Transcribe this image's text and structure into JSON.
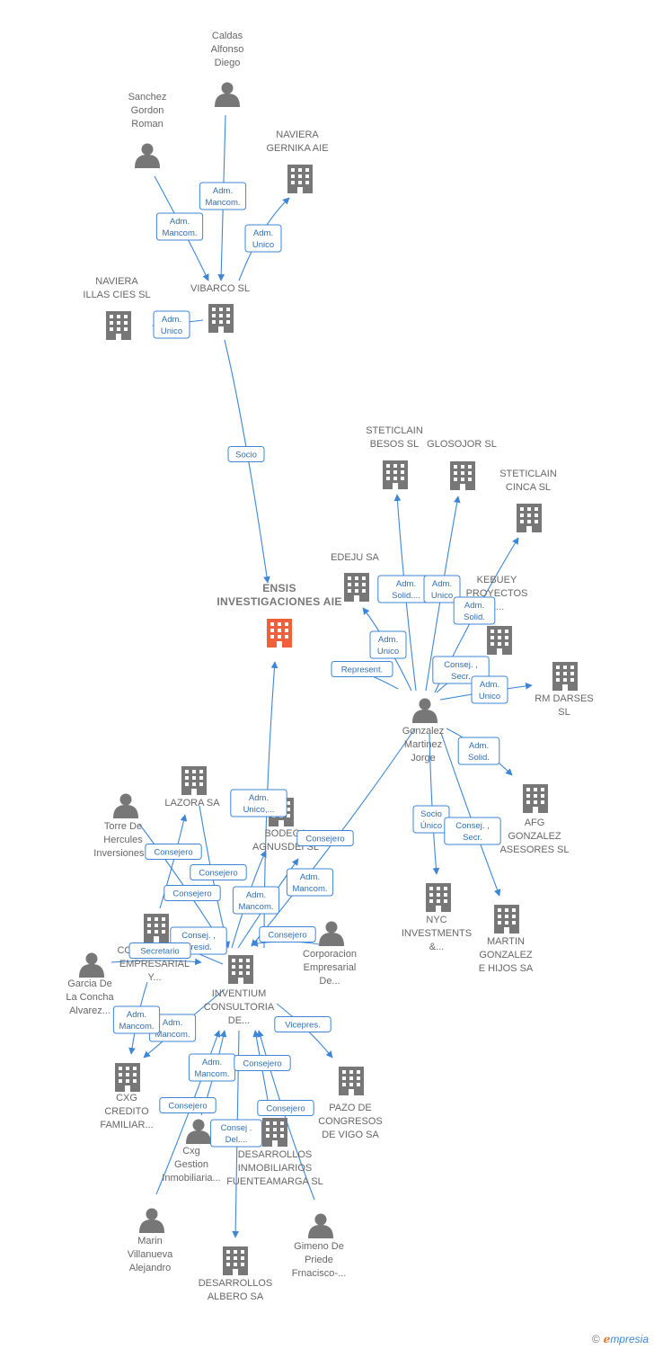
{
  "colors": {
    "edge": "#3d86d6",
    "node": "#777777",
    "focus": "#f0603a"
  },
  "nodes": [
    {
      "id": "caldas",
      "type": "person",
      "label": [
        "Caldas",
        "Alfonso",
        "Diego"
      ]
    },
    {
      "id": "sanchez",
      "type": "person",
      "label": [
        "Sanchez",
        "Gordon",
        "Roman"
      ]
    },
    {
      "id": "gernika",
      "type": "company",
      "label": [
        "NAVIERA",
        "GERNIKA  AIE"
      ]
    },
    {
      "id": "illas",
      "type": "company",
      "label": [
        "NAVIERA",
        "ILLAS CIES  SL"
      ]
    },
    {
      "id": "vibarco",
      "type": "company",
      "label": [
        "VIBARCO SL"
      ]
    },
    {
      "id": "ensis",
      "type": "focus",
      "label": [
        "ENSIS",
        "INVESTIGACIONES AIE"
      ]
    },
    {
      "id": "steticlain_besos",
      "type": "company",
      "label": [
        "STETICLAIN",
        "BESOS  SL"
      ]
    },
    {
      "id": "glosojor",
      "type": "company",
      "label": [
        "GLOSOJOR  SL"
      ]
    },
    {
      "id": "steticlain_cinca",
      "type": "company",
      "label": [
        "STETICLAIN",
        "CINCA  SL"
      ]
    },
    {
      "id": "edeju",
      "type": "company",
      "label": [
        "EDEJU SA"
      ]
    },
    {
      "id": "kebuey",
      "type": "company",
      "label": [
        "KEBUEY",
        "PROYECTOS",
        "E..."
      ]
    },
    {
      "id": "rmdarses",
      "type": "company",
      "label": [
        "RM DARSES",
        "SL"
      ]
    },
    {
      "id": "gonzalez",
      "type": "person",
      "label": [
        "Gonzalez",
        "Martinez",
        "Jorge"
      ]
    },
    {
      "id": "afg",
      "type": "company",
      "label": [
        "AFG",
        "GONZALEZ",
        "ASESORES  SL"
      ]
    },
    {
      "id": "nyc",
      "type": "company",
      "label": [
        "NYC",
        "INVESTMENTS",
        "&..."
      ]
    },
    {
      "id": "martin",
      "type": "company",
      "label": [
        "MARTIN",
        "GONZALEZ",
        "E HIJOS SA"
      ]
    },
    {
      "id": "lazora",
      "type": "company",
      "label": [
        "LAZORA SA"
      ]
    },
    {
      "id": "torre",
      "type": "person",
      "label": [
        "Torre De",
        "Hercules",
        "Inversiones..."
      ]
    },
    {
      "id": "bodega",
      "type": "company",
      "label": [
        "BODEGA",
        "AGNUSDEI SL"
      ]
    },
    {
      "id": "corp_emp",
      "type": "company",
      "label": [
        "CORPORACION",
        "EMPRESARIAL",
        "Y..."
      ]
    },
    {
      "id": "corp_person",
      "type": "person",
      "label": [
        "Corporacion",
        "Empresarial",
        "De..."
      ]
    },
    {
      "id": "garcia",
      "type": "person",
      "label": [
        "Garcia De",
        "La Concha",
        "Alvarez..."
      ]
    },
    {
      "id": "inventium",
      "type": "company",
      "label": [
        "INVENTIUM",
        "CONSULTORIA",
        "DE..."
      ]
    },
    {
      "id": "cxg_credito",
      "type": "company",
      "label": [
        "CXG",
        "CREDITO",
        "FAMILIAR..."
      ]
    },
    {
      "id": "pazo",
      "type": "company",
      "label": [
        "PAZO DE",
        "CONGRESOS",
        "DE VIGO SA"
      ]
    },
    {
      "id": "cxg_gestion",
      "type": "person",
      "label": [
        "Cxg",
        "Gestion",
        "Inmobiliaria..."
      ]
    },
    {
      "id": "desarrollos_fuente",
      "type": "company",
      "label": [
        "DESARROLLOS",
        "INMOBILIARIOS",
        "FUENTEAMARGA SL"
      ]
    },
    {
      "id": "marin",
      "type": "person",
      "label": [
        "Marin",
        "Villanueva",
        "Alejandro"
      ]
    },
    {
      "id": "gimeno",
      "type": "person",
      "label": [
        "Gimeno De",
        "Priede",
        "Frnacisco-..."
      ]
    },
    {
      "id": "desarrollos_albero",
      "type": "company",
      "label": [
        "DESARROLLOS",
        "ALBERO SA"
      ]
    }
  ],
  "edges": [
    {
      "from": "caldas",
      "to": "vibarco",
      "label": [
        "Adm.",
        "Mancom."
      ]
    },
    {
      "from": "sanchez",
      "to": "vibarco",
      "label": [
        "Adm.",
        "Mancom."
      ]
    },
    {
      "from": "vibarco",
      "to": "gernika",
      "label": [
        "Adm.",
        "Unico"
      ]
    },
    {
      "from": "vibarco",
      "to": "illas",
      "label": [
        "Adm.",
        "Unico"
      ]
    },
    {
      "from": "vibarco",
      "to": "ensis",
      "label": [
        "Socio"
      ]
    },
    {
      "from": "gonzalez",
      "to": "steticlain_besos",
      "label": [
        "Adm.",
        "Solid...."
      ]
    },
    {
      "from": "gonzalez",
      "to": "glosojor",
      "label": [
        "Adm.",
        "Unico"
      ]
    },
    {
      "from": "gonzalez",
      "to": "steticlain_cinca",
      "label": [
        "Adm.",
        "Solid."
      ]
    },
    {
      "from": "gonzalez",
      "to": "edeju",
      "label": [
        "Adm.",
        "Unico"
      ]
    },
    {
      "from": "gonzalez",
      "to": "ensis",
      "label": [
        "Represent."
      ]
    },
    {
      "from": "gonzalez",
      "to": "kebuey",
      "label": [
        "Consej. ,",
        "Secr."
      ]
    },
    {
      "from": "gonzalez",
      "to": "rmdarses",
      "label": [
        "Adm.",
        "Unico"
      ]
    },
    {
      "from": "gonzalez",
      "to": "afg",
      "label": [
        "Adm.",
        "Solid."
      ]
    },
    {
      "from": "gonzalez",
      "to": "nyc",
      "label": [
        "Socio",
        "Único"
      ]
    },
    {
      "from": "gonzalez",
      "to": "martin",
      "label": [
        "Consej. ,",
        "Secr."
      ]
    },
    {
      "from": "gonzalez",
      "to": "inventium",
      "label": [
        "Consejero"
      ]
    },
    {
      "from": "inventium",
      "to": "ensis",
      "label": [
        "Adm.",
        "Unico,..."
      ]
    },
    {
      "from": "torre",
      "to": "inventium",
      "label": [
        "Consejero"
      ]
    },
    {
      "from": "lazora",
      "to": "inventium",
      "label": [
        "Consejero"
      ]
    },
    {
      "from": "corp_emp",
      "to": "lazora",
      "label": [
        "Consejero"
      ]
    },
    {
      "from": "inventium",
      "to": "bodega",
      "label": [
        "Adm.",
        "Mancom."
      ]
    },
    {
      "from": "corp_person",
      "to": "inventium",
      "label": [
        "Consejero"
      ]
    },
    {
      "from": "inventium",
      "to": "bodega",
      "label": [
        "Adm.",
        "Mancom."
      ]
    },
    {
      "from": "inventium",
      "to": "corp_emp",
      "label": [
        "Consej. ,",
        "Presid."
      ]
    },
    {
      "from": "garcia",
      "to": "inventium",
      "label": [
        "Secretario"
      ]
    },
    {
      "from": "inventium",
      "to": "cxg_credito",
      "label": [
        "Adm.",
        "Mancom."
      ]
    },
    {
      "from": "garcia",
      "to": "cxg_credito",
      "label": [
        "Adm.",
        "Mancom."
      ]
    },
    {
      "from": "inventium",
      "to": "pazo",
      "label": [
        "Vicepres."
      ]
    },
    {
      "from": "cxg_gestion",
      "to": "inventium",
      "label": [
        "Adm.",
        "Mancom."
      ]
    },
    {
      "from": "desarrollos_fuente",
      "to": "inventium",
      "label": [
        "Consejero"
      ]
    },
    {
      "from": "marin",
      "to": "inventium",
      "label": [
        "Consejero"
      ]
    },
    {
      "from": "gimeno",
      "to": "inventium",
      "label": [
        "Consejero"
      ]
    },
    {
      "from": "inventium",
      "to": "desarrollos_albero",
      "label": [
        "Consej .",
        "Del...."
      ]
    }
  ],
  "footer": {
    "copyright": "©",
    "brand_e": "ℯ",
    "brand_rest": "mpresia"
  }
}
